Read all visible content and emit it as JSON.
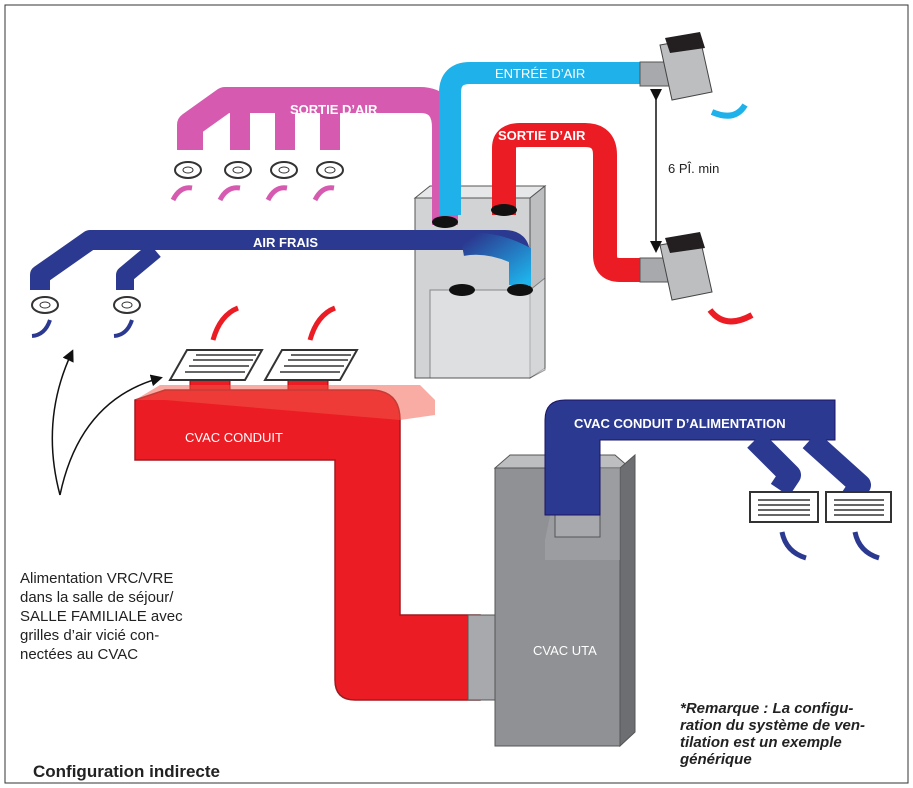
{
  "labels": {
    "exhaust_out_pink": "SORTIE D’AIR",
    "air_intake": "ENTRÉE D’AIR",
    "exhaust_out_red": "SORTIE D’AIR",
    "fresh_air": "AIR FRAIS",
    "hvac_duct": "CVAC CONDUIT",
    "hvac_supply_duct": "CVAC CONDUIT D’ALIMENTATION",
    "hvac_ahu": "CVAC UTA",
    "min_distance": "6 PÎ. min"
  },
  "note": "Alimentation VRC/VRE\ndans la salle de séjour/\nSALLE FAMILIALE avec\ngrilles d’air vicié con-\nnectées au CVAC",
  "remark": "*Remarque : La configu-\nration du système de ven-\ntilation est un exemple\ngénérique",
  "title": "Configuration indirecte",
  "colors": {
    "pink": "#d65bb0",
    "blue_light": "#1eb1ea",
    "red": "#ec1c24",
    "navy": "#2b3990",
    "gray": "#a7a9ac"
  }
}
